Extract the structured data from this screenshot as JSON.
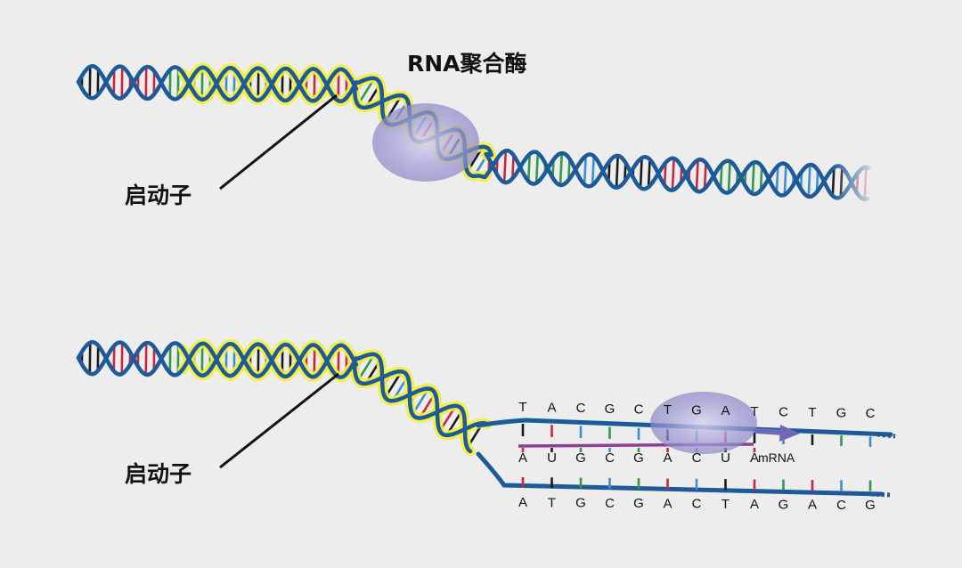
{
  "labels": {
    "rna_polymerase": "RNA聚合酶",
    "promoter_top": "启动子",
    "promoter_bottom": "启动子",
    "mrna": "mRNA"
  },
  "sequences": {
    "template_strand": [
      "T",
      "A",
      "C",
      "G",
      "C",
      "T",
      "G",
      "A",
      "T",
      "C",
      "T",
      "G",
      "C"
    ],
    "mrna_strand": [
      "A",
      "U",
      "G",
      "C",
      "G",
      "A",
      "C",
      "U",
      "A"
    ],
    "coding_strand": [
      "A",
      "T",
      "G",
      "C",
      "G",
      "A",
      "C",
      "T",
      "A",
      "G",
      "A",
      "C",
      "G"
    ]
  },
  "colors": {
    "background": "#ededed",
    "backbone": "#1d5a9a",
    "promoter_highlight": "#f2ee3c",
    "enzyme": "#8a86c8",
    "mrna": "#8c3f96",
    "base_red": "#c8283c",
    "base_green": "#2e9a48",
    "base_blue": "#3b8fd0",
    "base_black": "#1a1a1a"
  }
}
